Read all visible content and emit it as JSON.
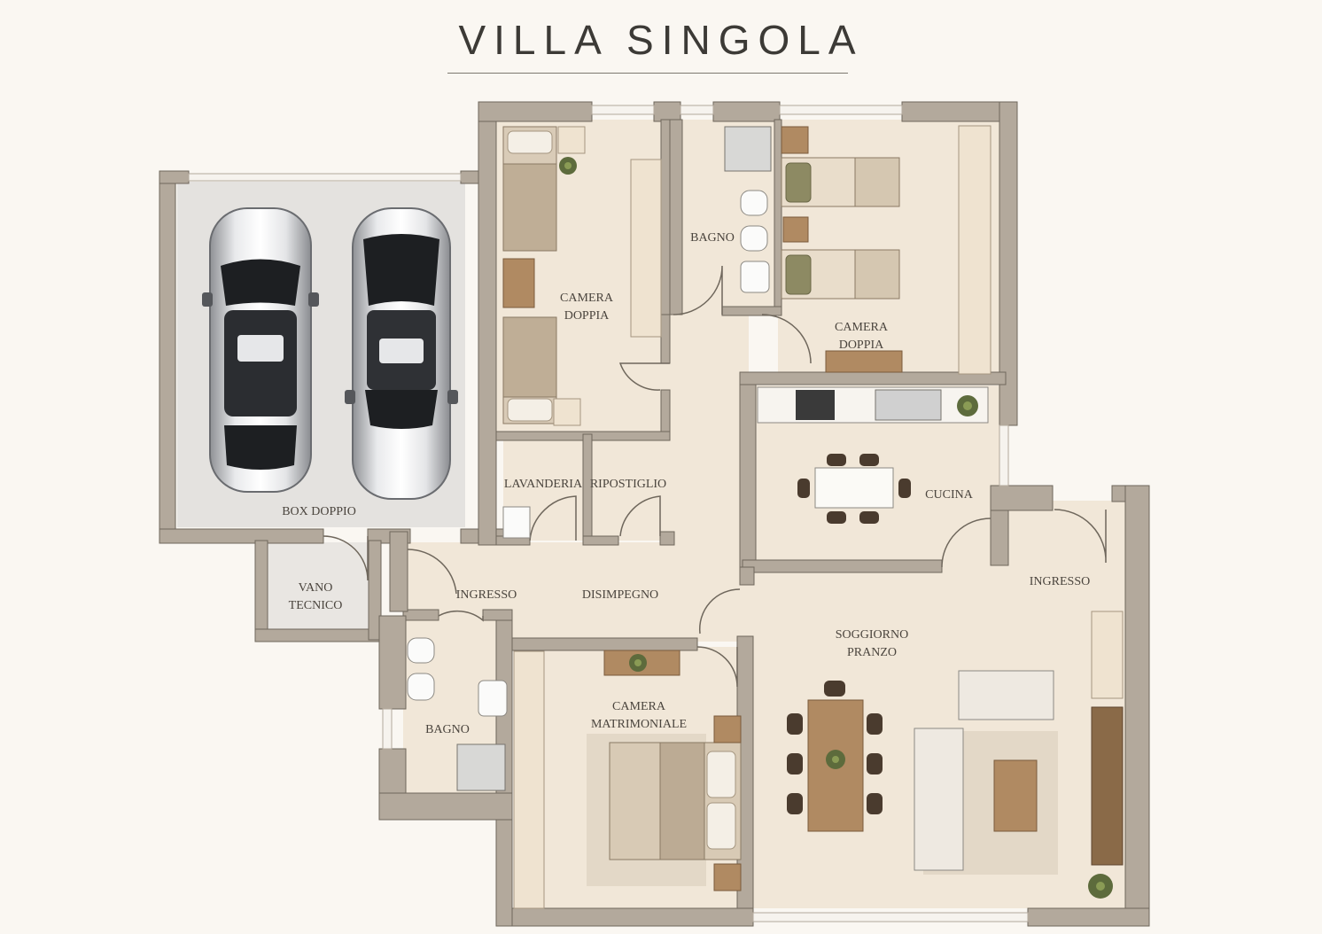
{
  "title": "VILLA SINGOLA",
  "rooms": {
    "box_doppio": "BOX DOPPIO",
    "vano_tecnico": [
      "VANO",
      "TECNICO"
    ],
    "camera_doppia_1": [
      "CAMERA",
      "DOPPIA"
    ],
    "bagno_1": "BAGNO",
    "camera_doppia_2": [
      "CAMERA",
      "DOPPIA"
    ],
    "lavanderia": "LAVANDERIA",
    "ripostiglio": "RIPOSTIGLIO",
    "cucina": "CUCINA",
    "ingresso_1": "INGRESSO",
    "disimpegno": "DISIMPEGNO",
    "ingresso_2": "INGRESSO",
    "soggiorno_pranzo": [
      "SOGGIORNO",
      "PRANZO"
    ],
    "camera_matrimoniale": [
      "CAMERA",
      "MATRIMONIALE"
    ],
    "bagno_2": "BAGNO"
  },
  "colors": {
    "background": "#faf7f2",
    "wall": "#b3a99c",
    "floor": "#f1e7d8",
    "garage_floor": "#e4e2df",
    "rug": "#e3d8c7",
    "wood": "#b08a62",
    "plant": "#5d6b3c"
  }
}
